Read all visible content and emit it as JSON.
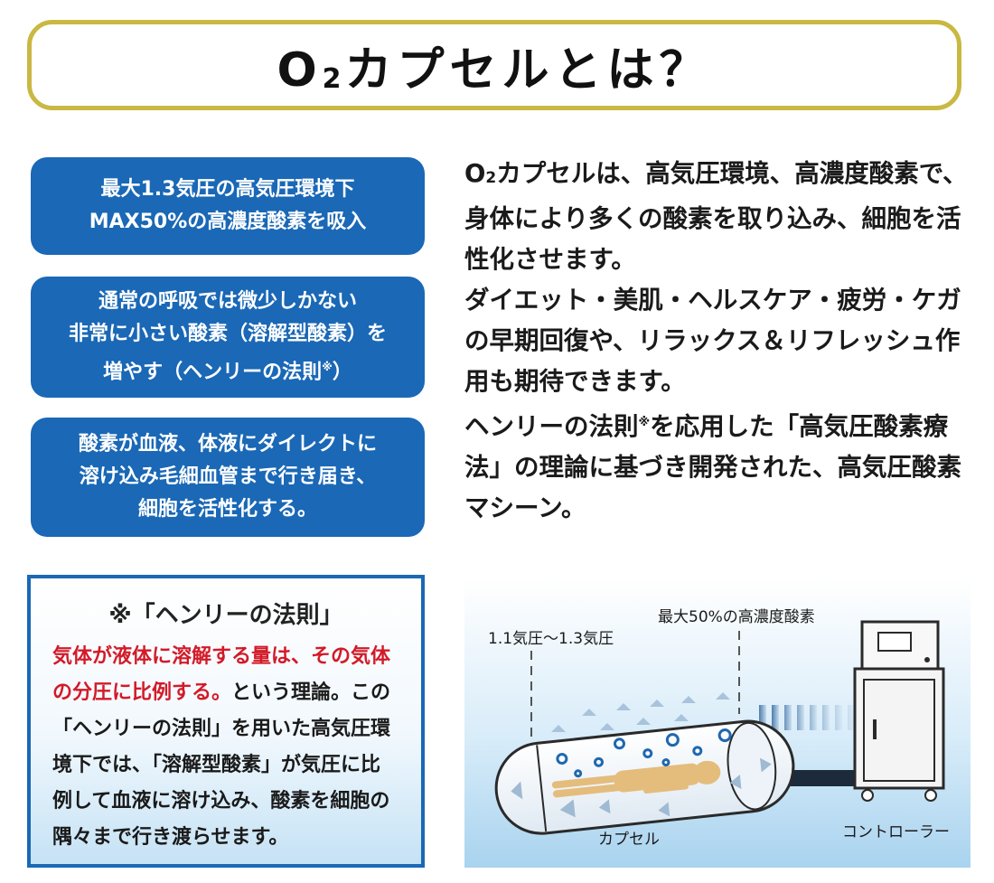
{
  "header": {
    "title_o": "O",
    "title_sub": "2",
    "title_rest": "カプセルとは？"
  },
  "features": [
    {
      "line1": "最大1.3気圧の高気圧環境下",
      "line2": "MAX50%の高濃度酸素を吸入"
    },
    {
      "line1": "通常の呼吸では微少しかない",
      "line2": "非常に小さい酸素（溶解型酸素）を",
      "line3": "増やす（ヘンリーの法則",
      "mark": "※",
      "close": "）"
    },
    {
      "line1": "酸素が血液、体液にダイレクトに",
      "line2": "溶け込み毛細血管まで行き届き、",
      "line3": "細胞を活性化する。"
    }
  ],
  "description": {
    "p1_o": "O",
    "p1_sub": "2",
    "p1_text": "カプセルは、高気圧環境、高濃度酸素で、身体により多くの酸素を取り込み、細胞を活性化させます。",
    "p2": "ダイエット・美肌・ヘルスケア・疲労・ケガの早期回復や、リラックス＆リフレッシュ作用も期待できます。",
    "p3_a": "ヘンリーの法則",
    "p3_mark": "※",
    "p3_b": "を応用した「高気圧酸素療法」の理論に基づき開発された、高気圧酸素マシーン。"
  },
  "henry": {
    "title": "※「ヘンリーの法則」",
    "red_text": "気体が液体に溶解する量は、その気体の分圧に比例する。",
    "body": "という理論。この「ヘンリーの法則」を用いた高気圧環境下では、「溶解型酸素」が気圧に比例して血液に溶け込み、酸素を細胞の隅々まで行き渡らせます。"
  },
  "diagram": {
    "pressure_label": "1.1気圧〜1.3気圧",
    "oxygen_label": "最大50%の高濃度酸素",
    "capsule_label": "カプセル",
    "controller_label": "コントローラー",
    "colors": {
      "accent_blue": "#1a68b6",
      "gold_border": "#c9b842",
      "red_text": "#d31a28"
    }
  }
}
